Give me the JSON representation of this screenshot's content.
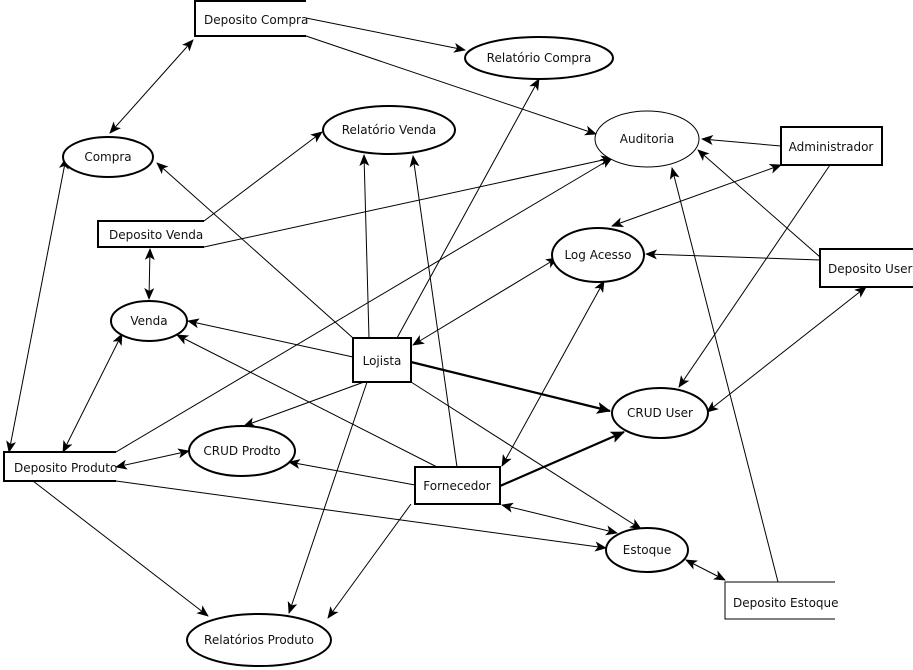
{
  "diagram": {
    "type": "data-flow-diagram",
    "processes": [
      {
        "id": "compra",
        "label": "Compra"
      },
      {
        "id": "relatorio_compra",
        "label": "Relatório Compra"
      },
      {
        "id": "relatorio_venda",
        "label": "Relatório Venda"
      },
      {
        "id": "auditoria",
        "label": "Auditoria"
      },
      {
        "id": "log_acesso",
        "label": "Log Acesso"
      },
      {
        "id": "venda",
        "label": "Venda"
      },
      {
        "id": "crud_user",
        "label": "CRUD User"
      },
      {
        "id": "crud_produto",
        "label": "CRUD Prodto"
      },
      {
        "id": "estoque",
        "label": "Estoque"
      },
      {
        "id": "relatorios_produto",
        "label": "Relatórios Produto"
      }
    ],
    "entities": [
      {
        "id": "administrador",
        "label": "Administrador"
      },
      {
        "id": "lojista",
        "label": "Lojista"
      },
      {
        "id": "fornecedor",
        "label": "Fornecedor"
      }
    ],
    "data_stores": [
      {
        "id": "deposito_compra",
        "label": "Deposito Compra"
      },
      {
        "id": "deposito_venda",
        "label": "Deposito Venda"
      },
      {
        "id": "deposito_user",
        "label": "Deposito User"
      },
      {
        "id": "deposito_produto",
        "label": "Deposito Produto"
      },
      {
        "id": "deposito_estoque",
        "label": "Deposito Estoque"
      }
    ],
    "flows": [
      {
        "from": "deposito_compra",
        "to": "compra",
        "bidirectional": true
      },
      {
        "from": "deposito_compra",
        "to": "relatorio_compra",
        "bidirectional": false
      },
      {
        "from": "deposito_compra",
        "to": "auditoria",
        "bidirectional": false
      },
      {
        "from": "deposito_venda",
        "to": "relatorio_venda",
        "bidirectional": false
      },
      {
        "from": "deposito_venda",
        "to": "auditoria",
        "bidirectional": false
      },
      {
        "from": "deposito_venda",
        "to": "venda",
        "bidirectional": true
      },
      {
        "from": "administrador",
        "to": "auditoria",
        "bidirectional": false
      },
      {
        "from": "administrador",
        "to": "log_acesso",
        "bidirectional": true
      },
      {
        "from": "administrador",
        "to": "crud_user",
        "bidirectional": false
      },
      {
        "from": "deposito_user",
        "to": "auditoria",
        "bidirectional": false
      },
      {
        "from": "deposito_user",
        "to": "log_acesso",
        "bidirectional": false
      },
      {
        "from": "deposito_user",
        "to": "crud_user",
        "bidirectional": true
      },
      {
        "from": "lojista",
        "to": "compra",
        "bidirectional": false
      },
      {
        "from": "lojista",
        "to": "relatorio_venda",
        "bidirectional": false
      },
      {
        "from": "lojista",
        "to": "relatorio_compra",
        "bidirectional": false
      },
      {
        "from": "lojista",
        "to": "log_acesso",
        "bidirectional": true
      },
      {
        "from": "lojista",
        "to": "venda",
        "bidirectional": false
      },
      {
        "from": "lojista",
        "to": "crud_user",
        "bidirectional": false
      },
      {
        "from": "lojista",
        "to": "crud_produto",
        "bidirectional": false
      },
      {
        "from": "lojista",
        "to": "estoque",
        "bidirectional": false
      },
      {
        "from": "lojista",
        "to": "relatorios_produto",
        "bidirectional": false
      },
      {
        "from": "fornecedor",
        "to": "relatorio_venda",
        "bidirectional": false
      },
      {
        "from": "fornecedor",
        "to": "venda",
        "bidirectional": false
      },
      {
        "from": "fornecedor",
        "to": "log_acesso",
        "bidirectional": true
      },
      {
        "from": "fornecedor",
        "to": "crud_user",
        "bidirectional": false
      },
      {
        "from": "fornecedor",
        "to": "crud_produto",
        "bidirectional": false
      },
      {
        "from": "fornecedor",
        "to": "estoque",
        "bidirectional": true
      },
      {
        "from": "fornecedor",
        "to": "relatorios_produto",
        "bidirectional": false
      },
      {
        "from": "deposito_produto",
        "to": "compra",
        "bidirectional": true
      },
      {
        "from": "deposito_produto",
        "to": "venda",
        "bidirectional": true
      },
      {
        "from": "deposito_produto",
        "to": "auditoria",
        "bidirectional": false
      },
      {
        "from": "deposito_produto",
        "to": "crud_produto",
        "bidirectional": true
      },
      {
        "from": "deposito_produto",
        "to": "estoque",
        "bidirectional": false
      },
      {
        "from": "deposito_produto",
        "to": "relatorios_produto",
        "bidirectional": false
      },
      {
        "from": "deposito_estoque",
        "to": "estoque",
        "bidirectional": true
      },
      {
        "from": "deposito_estoque",
        "to": "auditoria",
        "bidirectional": false
      }
    ]
  }
}
